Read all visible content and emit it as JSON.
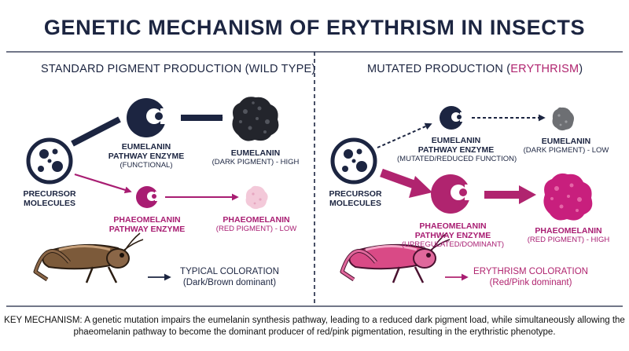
{
  "title": "GENETIC MECHANISM OF ERYTHRISM IN INSECTS",
  "colors": {
    "navy": "#1c2541",
    "magenta": "#b0246f",
    "pink_light": "#f3c9d9",
    "gray": "#6d6f73"
  },
  "left": {
    "header": "STANDARD PIGMENT PRODUCTION (WILD TYPE)",
    "precursor": [
      "PRECURSOR",
      "MOLECULES"
    ],
    "eu_enzyme": {
      "title": [
        "EUMELANIN",
        "PATHWAY ENZYME"
      ],
      "sub": "(FUNCTIONAL)"
    },
    "eu_pigment": {
      "title": "EUMELANIN",
      "sub": "(DARK PIGMENT) - HIGH"
    },
    "pheo_enzyme": {
      "title": [
        "PHAEOMELANIN",
        "PATHWAY ENZYME"
      ]
    },
    "pheo_pigment": {
      "title": "PHAEOMELANIN",
      "sub": "(RED PIGMENT) - LOW"
    },
    "coloration": [
      "TYPICAL COLORATION",
      "(Dark/Brown dominant)"
    ]
  },
  "right": {
    "header_prefix": "MUTATED PRODUCTION (",
    "header_highlight": "ERYTHRISM",
    "header_suffix": ")",
    "precursor": [
      "PRECURSOR",
      "MOLECULES"
    ],
    "eu_enzyme": {
      "title": [
        "EUMELANIN",
        "PATHWAY ENZYME"
      ],
      "sub": "(MUTATED/REDUCED FUNCTION)"
    },
    "eu_pigment": {
      "title": "EUMELANIN",
      "sub": "(DARK PIGMENT) - LOW"
    },
    "pheo_enzyme": {
      "title": [
        "PHAEOMELANIN",
        "PATHWAY ENZYME"
      ],
      "sub": "(UPREGULATED/DOMINANT)"
    },
    "pheo_pigment": {
      "title": "PHAEOMELANIN",
      "sub": "(RED PIGMENT) - HIGH"
    },
    "coloration": [
      "ERYTHRISM COLORATION",
      "(Red/Pink dominant)"
    ]
  },
  "footer": "KEY MECHANISM: A genetic mutation impairs the eumelanin synthesis pathway, leading to a reduced dark pigment load, while simultaneously allowing the phaeomelanin pathway to become the dominant producer of red/pink pigmentation, resulting in the erythristic phenotype."
}
